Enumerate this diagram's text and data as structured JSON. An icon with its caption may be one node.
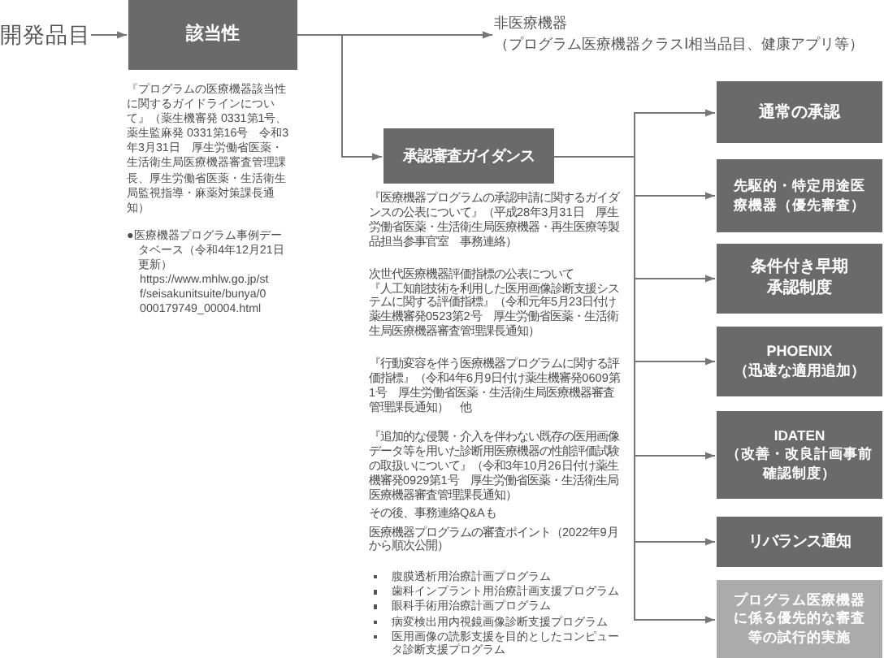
{
  "diagram": {
    "nodes": [
      {
        "text": [
          "開発品目"
        ]
      },
      {
        "text": [
          "該当性"
        ],
        "beside": [
          "『プログラムの医療機器該当性に関するガイドラインについて』（薬生機審発 0331第1号、薬生監麻発 0331第16号　令和3年3月31日　厚生労働省医薬・生活衛生局医療機器審査管理課長、厚生労働省医薬・生活衛生局監視指導・麻薬対策課長通知）",
          "●医療機器プログラム事例データベース（令和4年12月21日更新）",
          "https://www.mhlw.go.jp/stf/seisakunitsuite/bunya/0000179749_00004.html"
        ]
      },
      {
        "text": [
          "非医療機器",
          "（プログラム医療機器クラスⅠ相当品目、健康アプリ等）"
        ]
      },
      {
        "text": [
          "承認審査ガイダンス"
        ],
        "beside": [
          "『医療機器プログラムの承認申請に関するガイダンスの公表について』（平成28年3月31日　厚生労働省医薬・生活衛生局医療機器・再生医療等製品担当参事官室　事務連絡）",
          "次世代医療機器評価指標の公表について",
          "『人工知能技術を利用した医用画像診断支援システムに関する評価指標』（令和元年5月23日付け薬生機審発0523第2号　厚生労働省医薬・生活衛生局医療機器審査管理課長通知）",
          "『行動変容を伴う医療機器プログラムに関する評価指標』（令和4年6月9日付け薬生機審発0609第1号　厚生労働省医薬・生活衛生局医療機器審査管理課長通知）　他",
          "『追加的な侵襲・介入を伴わない既存の医用画像データ等を用いた診断用医療機器の性能評価試験の取扱いについて』（令和3年10月26日付け薬生機審発0929第1号　厚生労働省医薬・生活衛生局医療機器審査管理課長通知）",
          "その後、事務連絡Q&Aも",
          "医療機器プログラムの審査ポイント（2022年9月から順次公開）",
          "腹膜透析用治療計画プログラム",
          "歯科インプラント用治療計画支援プログラム",
          "眼科手術用治療計画プログラム",
          "病変検出用内視鏡画像診断支援プログラム",
          "医用画像の読影支援を目的としたコンピュータ診断支援プログラム"
        ]
      },
      {
        "text": [
          "通常の承認"
        ]
      },
      {
        "text": [
          "先駆的・特定用途医療機器（優先審査）"
        ]
      },
      {
        "text": [
          "条件付き早期承認制度"
        ]
      },
      {
        "text": [
          "PHOENIX",
          "（迅速な適用追加）"
        ]
      },
      {
        "text": [
          "IDATEN",
          "（改善・改良計画事前確認制度）"
        ]
      },
      {
        "text": [
          "リバランス通知"
        ]
      },
      {
        "text": [
          "プログラム医療機器に係る優先的な審査等の試行的実施"
        ]
      }
    ],
    "edges": [
      {
        "from": 0,
        "to": 1,
        "arrow": "to"
      },
      {
        "from": 1,
        "to": 2,
        "arrow": "to"
      },
      {
        "from": 1,
        "to": 3,
        "arrow": "to"
      },
      {
        "from": 3,
        "to": 4,
        "arrow": "to"
      },
      {
        "from": 3,
        "to": 5,
        "arrow": "to"
      },
      {
        "from": 3,
        "to": 6,
        "arrow": "to"
      },
      {
        "from": 3,
        "to": 7,
        "arrow": "to"
      },
      {
        "from": 3,
        "to": 8,
        "arrow": "to"
      },
      {
        "from": 3,
        "to": 9,
        "arrow": "to"
      },
      {
        "from": 3,
        "to": 10,
        "arrow": "to"
      }
    ]
  }
}
